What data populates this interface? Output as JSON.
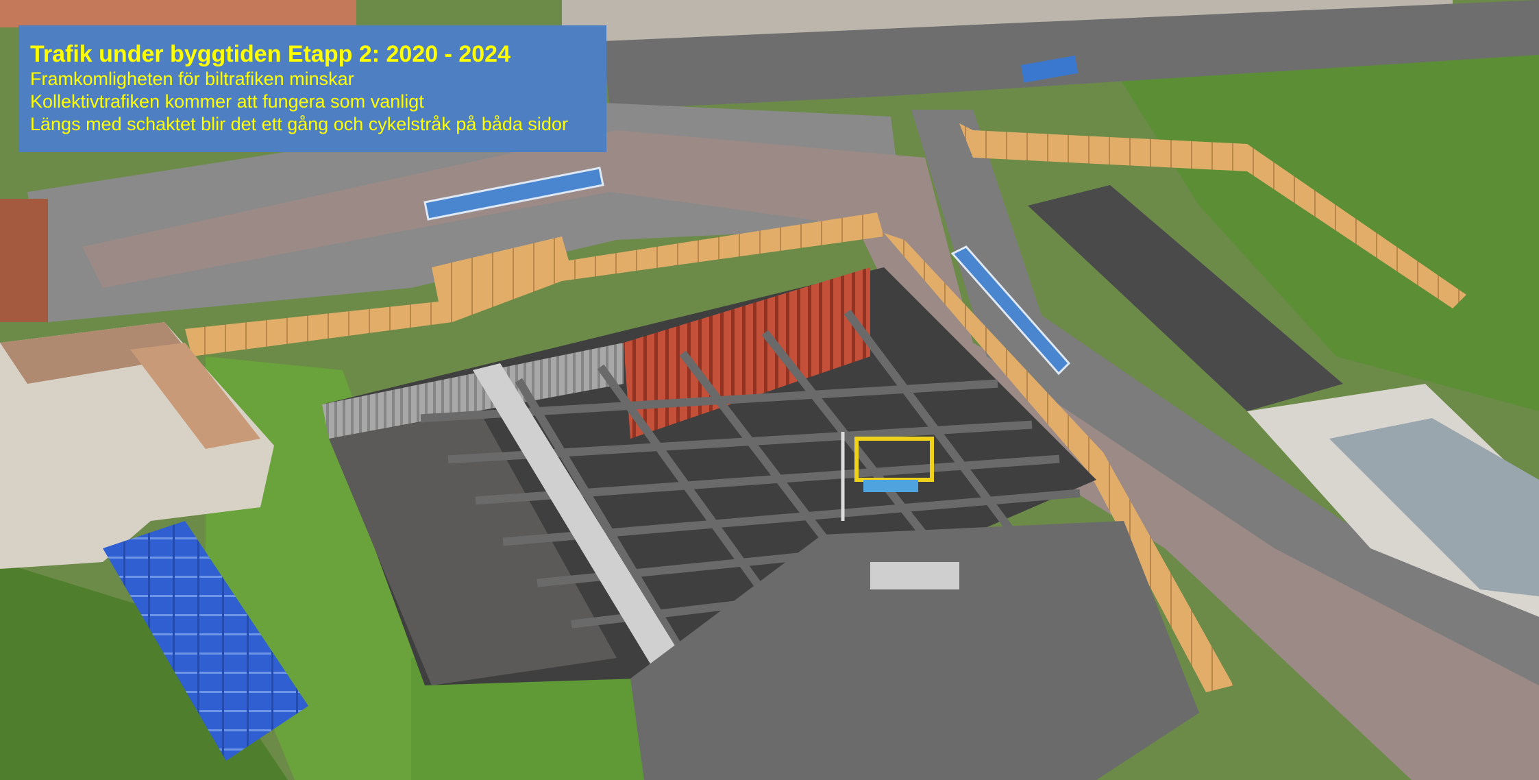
{
  "overlay": {
    "title": "Trafik under byggtiden Etapp 2: 2020 - 2024",
    "lines": [
      "Framkomligheten för biltrafiken minskar",
      "Kollektivtrafiken kommer att fungera som vanligt",
      "Längs med schaktet blir det ett gång och cykelstråk på båda sidor"
    ]
  },
  "colors": {
    "overlay_background": "#4f7fc3",
    "overlay_text": "#ffff00",
    "fence": "#e2ad68",
    "tram": "#4a86d0",
    "pile_wall": "#c4503a",
    "roof": "#2f5fd0",
    "grass": "#5c8f35"
  }
}
